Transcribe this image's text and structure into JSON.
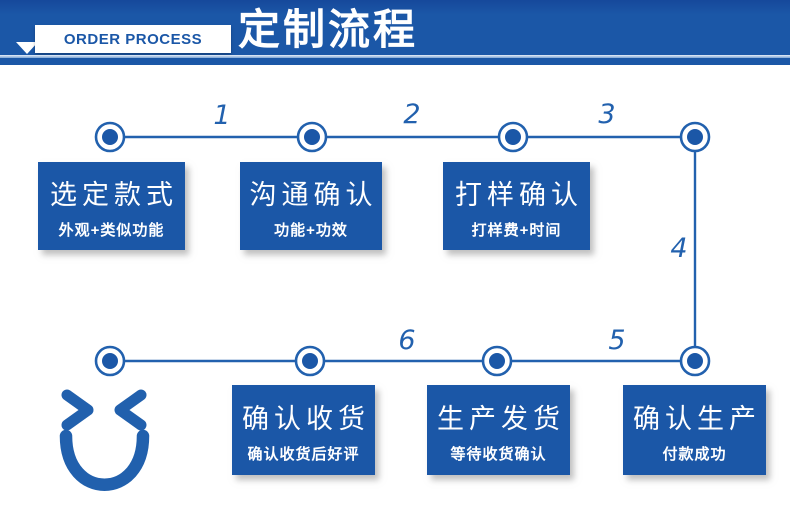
{
  "header": {
    "badge_label": "ORDER PROCESS",
    "title": "定制流程"
  },
  "colors": {
    "primary_blue": "#1b57a7",
    "line_blue": "#2261ae",
    "stripe_light": "#b5cbe7"
  },
  "diagram": {
    "top_boxes": [
      {
        "title": "选定款式",
        "subtitle": "外观+类似功能"
      },
      {
        "title": "沟通确认",
        "subtitle": "功能+功效"
      },
      {
        "title": "打样确认",
        "subtitle": "打样费+时间"
      }
    ],
    "bottom_boxes": [
      {
        "title": "确认收货",
        "subtitle": "确认收货后好评"
      },
      {
        "title": "生产发货",
        "subtitle": "等待收货确认"
      },
      {
        "title": "确认生产",
        "subtitle": "付款成功"
      }
    ],
    "step_numbers": [
      "1",
      "2",
      "3",
      "4",
      "5",
      "6"
    ],
    "smiley_icon": "winking-smile-face"
  }
}
